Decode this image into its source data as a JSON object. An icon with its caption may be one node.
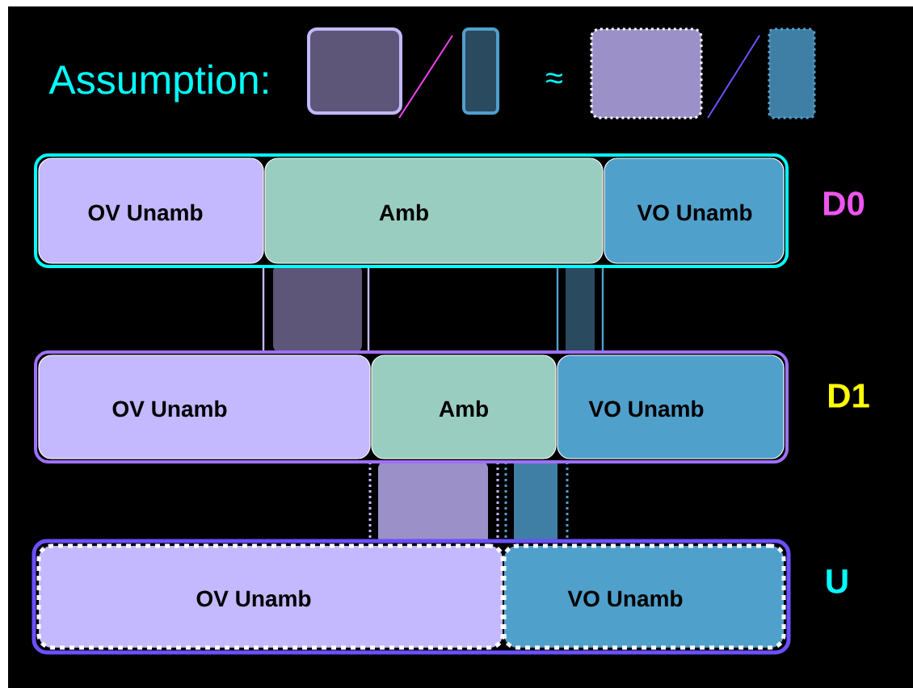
{
  "diagram": {
    "nodes": [
      {
        "text": [],
        "shape": "box",
        "beside": [
          "D0"
        ]
      },
      {
        "text": [
          "OV Unamb"
        ],
        "in": 0
      },
      {
        "text": [
          "Amb"
        ],
        "in": 0
      },
      {
        "text": [
          "VO Unamb"
        ],
        "in": 0
      },
      {
        "text": [],
        "shape": "box",
        "beside": [
          "D1"
        ]
      },
      {
        "text": [
          "OV Unamb"
        ],
        "in": 4
      },
      {
        "text": [
          "Amb"
        ],
        "in": 4
      },
      {
        "text": [
          "VO Unamb"
        ],
        "in": 4
      },
      {
        "text": [],
        "shape": "box",
        "beside": [
          "U"
        ]
      },
      {
        "text": [
          "OV Unamb"
        ],
        "in": 8
      },
      {
        "text": [
          "VO Unamb"
        ],
        "in": 8
      }
    ],
    "labels": [
      "Assumption:",
      "≈"
    ]
  }
}
